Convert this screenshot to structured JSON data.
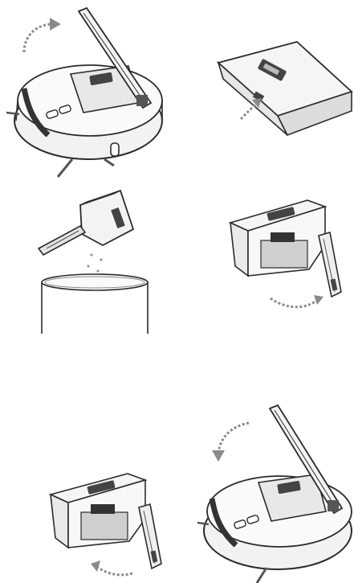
{
  "figure": {
    "description_hidden": "",
    "colors": {
      "stroke": "#2b2b2b",
      "fill_light": "#f7f7f7",
      "fill_mid": "#e4e4e4",
      "fill_dark": "#444444",
      "arrow": "#8a8a8a"
    },
    "steps": [
      {
        "id": "step-1",
        "icons": [
          "robot-vacuum-icon",
          "lid-open-icon",
          "rotate-arrow-icon"
        ]
      },
      {
        "id": "step-2",
        "icons": [
          "dustbin-icon",
          "release-arrow-icon"
        ]
      },
      {
        "id": "step-3",
        "icons": [
          "dustbin-tilt-icon",
          "trash-can-icon",
          "falling-dust-icon"
        ]
      },
      {
        "id": "step-4",
        "icons": [
          "dustbin-open-icon",
          "filter-door-icon",
          "close-arrow-icon"
        ]
      },
      {
        "id": "step-5",
        "icons": [
          "dustbin-open-icon",
          "filter-door-icon",
          "open-arrow-icon"
        ]
      },
      {
        "id": "step-6",
        "icons": [
          "robot-vacuum-icon",
          "lid-close-icon",
          "rotate-arrow-icon"
        ]
      }
    ]
  }
}
